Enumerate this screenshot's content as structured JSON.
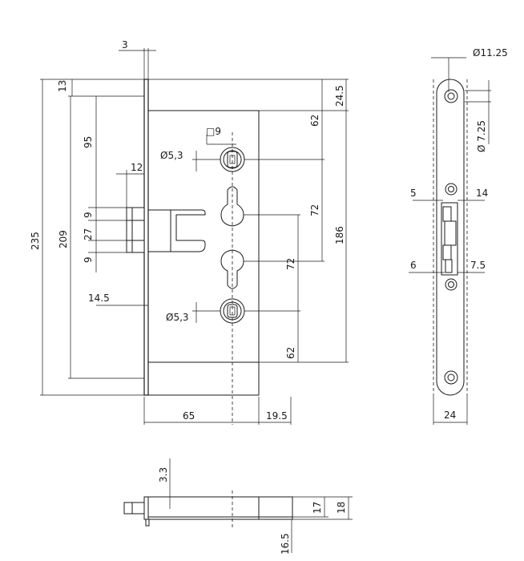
{
  "front_view": {
    "dims": {
      "faceplate_thickness": "3",
      "top_offset": "13",
      "height_total": "235",
      "height_screws": "209",
      "latch_from_top": "95",
      "latch_depth": "12",
      "gap_upper": "9",
      "bolt_height": "27",
      "gap_lower": "9",
      "bolt_projection": "14.5",
      "backset": "65",
      "end_offset": "19.5",
      "square_spindle": "□9",
      "hole_upper": "Ø5,3",
      "hole_lower": "Ø5,3",
      "right_top": "24.5",
      "right_62_top": "62",
      "right_72_a": "72",
      "right_186": "186",
      "right_72_b": "72",
      "right_62_bottom": "62"
    }
  },
  "side_view": {
    "dims": {
      "hole_diameter": "Ø11.25",
      "hole_diameter_small": "Ø 7.25",
      "left_5": "5",
      "right_14": "14",
      "left_6": "6",
      "right_7_5": "7.5",
      "width_24": "24"
    }
  },
  "bottom_view": {
    "dims": {
      "top_3_3": "3.3",
      "depth_17": "17",
      "depth_18": "18",
      "bottom_16_5": "16.5"
    }
  }
}
